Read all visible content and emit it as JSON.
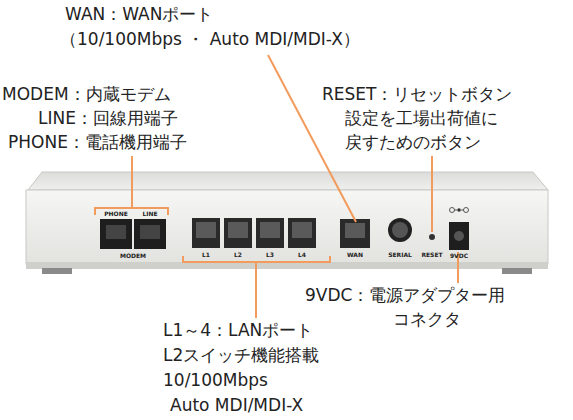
{
  "diagram": {
    "labels": [
      "WAN：WANポート",
      "（10/100Mbps ・ Auto MDI/MDI-X）",
      "MODEM：内蔵モデム",
      "LINE：回線用端子",
      "PHONE：電話機用端子",
      "RESET：リセットボタン",
      "設定を工場出荷値に",
      "戻すためのボタン",
      "PHONE",
      "LINE",
      "MODEM",
      "L1",
      "L2",
      "L3",
      "L4",
      "WAN",
      "SERIAL",
      "RESET",
      "9VDC",
      "9VDC：電源アダプター用",
      "コネクタ",
      "L1～4：LANポート",
      "L2スイッチ機能搭載",
      "10/100Mbps",
      "Auto MDI/MDI-X"
    ]
  }
}
